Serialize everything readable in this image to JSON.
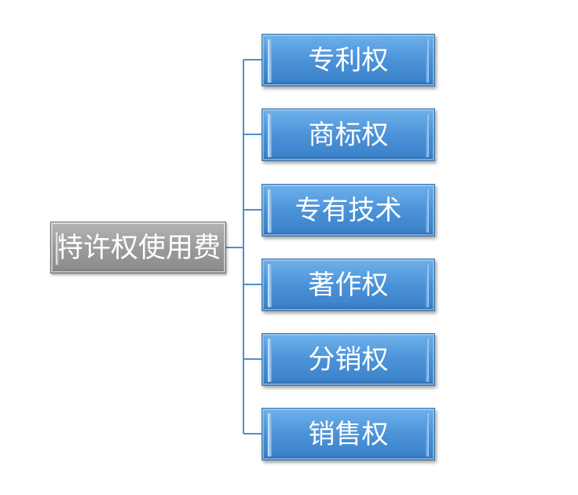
{
  "diagram": {
    "root": {
      "label": "特许权使用费"
    },
    "children": [
      {
        "label": "专利权"
      },
      {
        "label": "商标权"
      },
      {
        "label": "专有技术"
      },
      {
        "label": "著作权"
      },
      {
        "label": "分销权"
      },
      {
        "label": "销售权"
      }
    ],
    "colors": {
      "root_fill": "#9a9a9a",
      "child_fill": "#4b92d8",
      "connector": "#4f8fd0",
      "text": "#ffffff"
    }
  }
}
